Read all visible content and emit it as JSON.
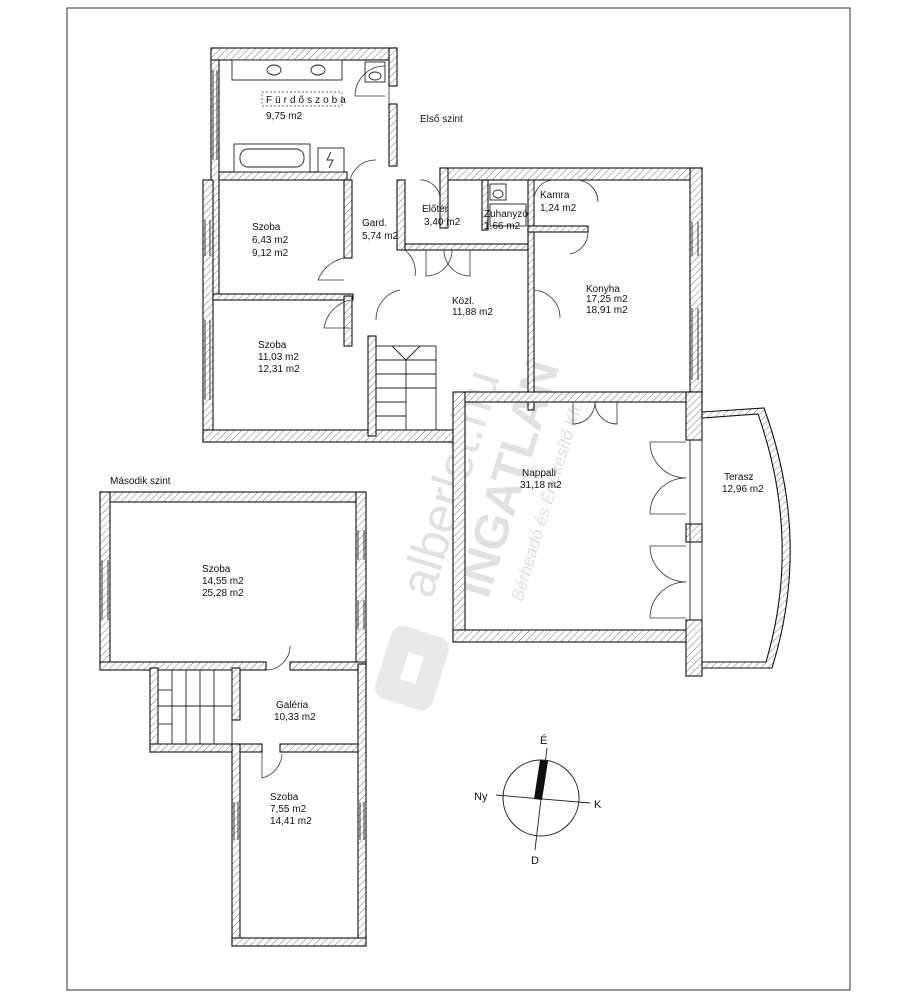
{
  "floors": {
    "first": "Első szint",
    "second": "Második szint"
  },
  "rooms": {
    "furdoszoba": {
      "name": "Fürdőszoba",
      "area1": "9,75 m2"
    },
    "szoba_a": {
      "name": "Szoba",
      "area1": "6,43 m2",
      "area2": "9,12 m2"
    },
    "gard": {
      "name": "Gard.",
      "area1": "5,74 m2"
    },
    "eloter": {
      "name": "Előtér",
      "area1": "3,40 m2"
    },
    "zuhanyzo": {
      "name": "Zuhanyzó",
      "area1": "1,66 m2"
    },
    "kamra": {
      "name": "Kamra",
      "area1": "1,24 m2"
    },
    "konyha": {
      "name": "Konyha",
      "area1": "17,25 m2",
      "area2": "18,91 m2"
    },
    "kozl": {
      "name": "Közl.",
      "area1": "11,88 m2"
    },
    "szoba_b": {
      "name": "Szoba",
      "area1": "11,03 m2",
      "area2": "12,31 m2"
    },
    "nappali": {
      "name": "Nappali",
      "area1": "31,18 m2"
    },
    "terasz": {
      "name": "Terasz",
      "area1": "12,96 m2"
    },
    "szoba_c": {
      "name": "Szoba",
      "area1": "14,55 m2",
      "area2": "25,28 m2"
    },
    "galeria": {
      "name": "Galéria",
      "area1": "10,33 m2"
    },
    "szoba_d": {
      "name": "Szoba",
      "area1": "7,55 m2",
      "area2": "14,41 m2"
    }
  },
  "compass": {
    "north": "É",
    "south": "D",
    "west": "Ny",
    "east": "K"
  },
  "watermark": {
    "line1": "alberlet.hu",
    "line2": "INGATLAN",
    "line3": "Bérbeadó és Értékesítő Kft."
  }
}
